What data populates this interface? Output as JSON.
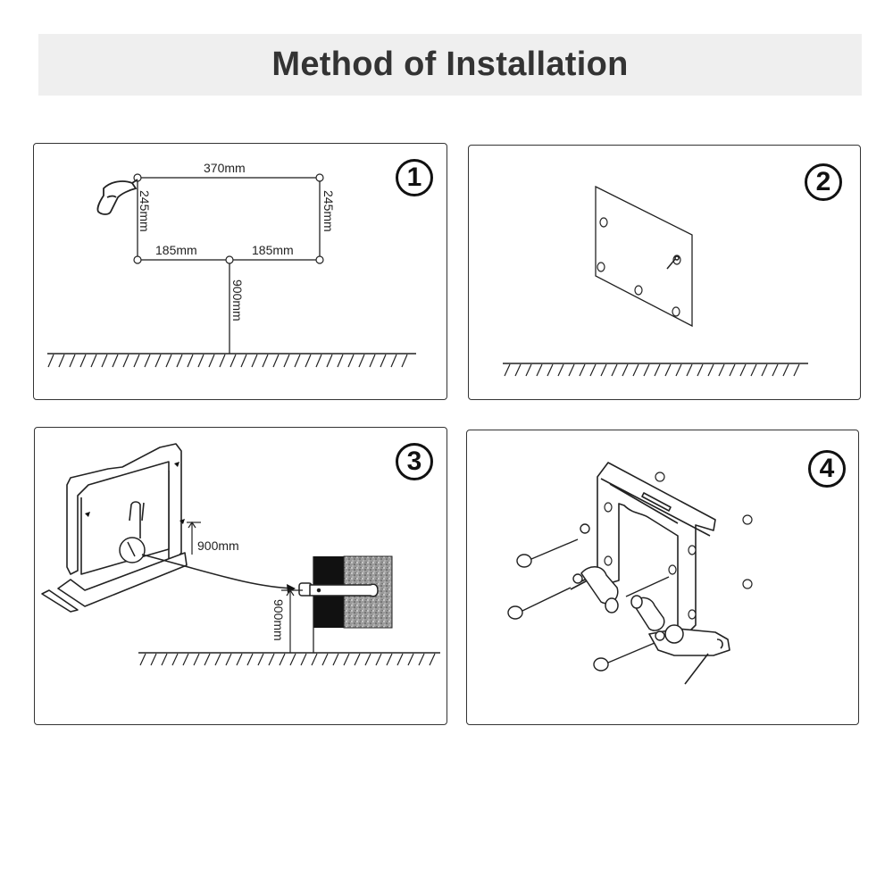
{
  "title": "Method of Installation",
  "steps": [
    {
      "number": "1",
      "dimensions": {
        "top_width": "370mm",
        "left_height": "245mm",
        "right_height": "245mm",
        "bottom_left": "185mm",
        "bottom_right": "185mm",
        "floor_height": "900mm"
      }
    },
    {
      "number": "2"
    },
    {
      "number": "3",
      "dimensions": {
        "upper_height": "900mm",
        "lower_height": "900mm"
      }
    },
    {
      "number": "4"
    }
  ],
  "colors": {
    "title_background": "#efefef",
    "title_text": "#333333",
    "line": "#222222"
  }
}
